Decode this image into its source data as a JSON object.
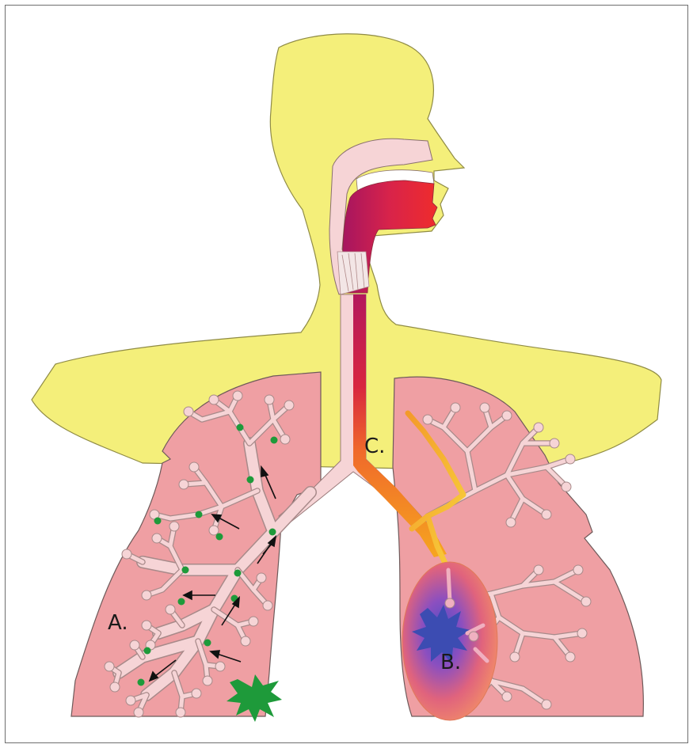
{
  "labels": {
    "a": "A.",
    "b": "B.",
    "c": "C."
  },
  "colors": {
    "body": "#f4ef7a",
    "lung": "#ef9fa3",
    "airway": "#f6d4d6",
    "particle": "#1e9a3a",
    "tumor_core": "#3c4cb2",
    "tumor_halo": "#e85f6f",
    "trachea_gradient": [
      "#b4185c",
      "#e02a38",
      "#f06a2a",
      "#f6a51f",
      "#f7cf3a"
    ]
  }
}
